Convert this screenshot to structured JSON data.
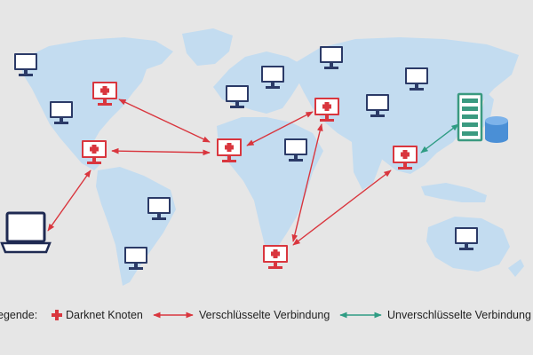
{
  "legend": {
    "prefix": "egende:",
    "darknet_node": "Darknet Knoten",
    "encrypted": "Verschlüsselte Verbindung",
    "unencrypted": "Unverschlüsselte Verbindung"
  },
  "colors": {
    "background": "#e6e6e6",
    "land": "#c3dcf0",
    "darknet_red": "#d9363e",
    "computer_navy": "#2b3a67",
    "server_green": "#3a9a80",
    "database_blue": "#4a8fd6",
    "unencrypted_green": "#2e9c83"
  },
  "icons": {
    "darknet": "red-cross-monitor-icon",
    "regular": "monitor-icon",
    "laptop": "laptop-icon",
    "server": "server-icon",
    "database": "database-icon"
  }
}
